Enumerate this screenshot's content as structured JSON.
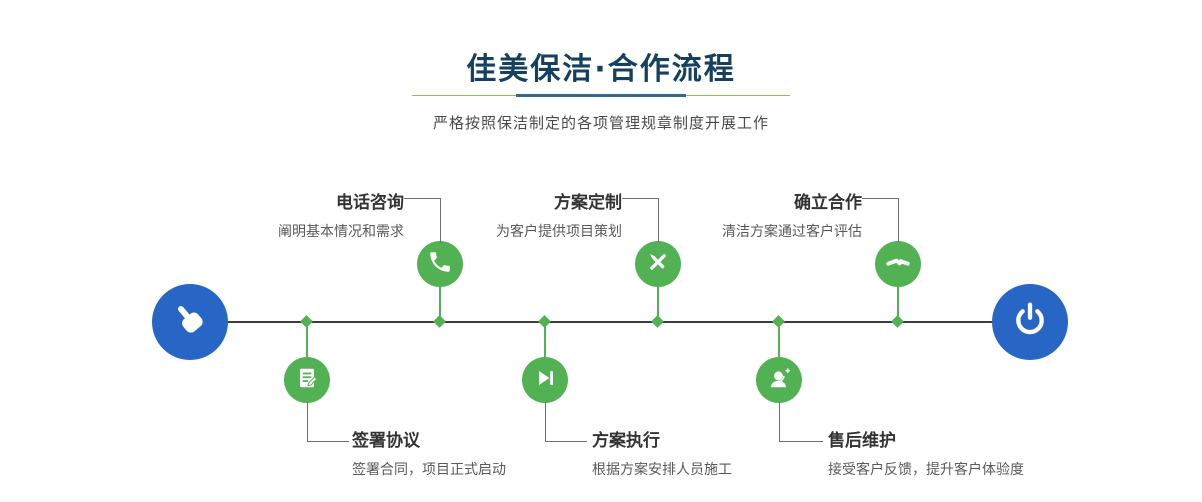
{
  "header": {
    "title": "佳美保洁·合作流程",
    "subtitle": "严格按照保洁制定的各项管理规章制度开展工作"
  },
  "steps": [
    {
      "name": "电话咨询",
      "desc": "阐明基本情况和需求",
      "icon": "phone-icon",
      "position": "top"
    },
    {
      "name": "签署协议",
      "desc": "签署合同，项目正式启动",
      "icon": "document-icon",
      "position": "bottom"
    },
    {
      "name": "方案定制",
      "desc": "为客户提供项目策划",
      "icon": "design-icon",
      "position": "top"
    },
    {
      "name": "方案执行",
      "desc": "根据方案安排人员施工",
      "icon": "play-icon",
      "position": "bottom"
    },
    {
      "name": "确立合作",
      "desc": "清洁方案通过客户评估",
      "icon": "handshake-icon",
      "position": "top"
    },
    {
      "name": "售后维护",
      "desc": "接受客户反馈，提升客户体验度",
      "icon": "headset-icon",
      "position": "bottom"
    }
  ],
  "endpoints": {
    "start": "hand-pointer-icon",
    "end": "power-icon"
  },
  "colors": {
    "accent_green": "#52b152",
    "accent_blue": "#2766c5",
    "title_color": "#15415f",
    "divider_green": "#8cc63f",
    "divider_blue": "#2f6a92",
    "line_dark": "#3c3c3c"
  }
}
